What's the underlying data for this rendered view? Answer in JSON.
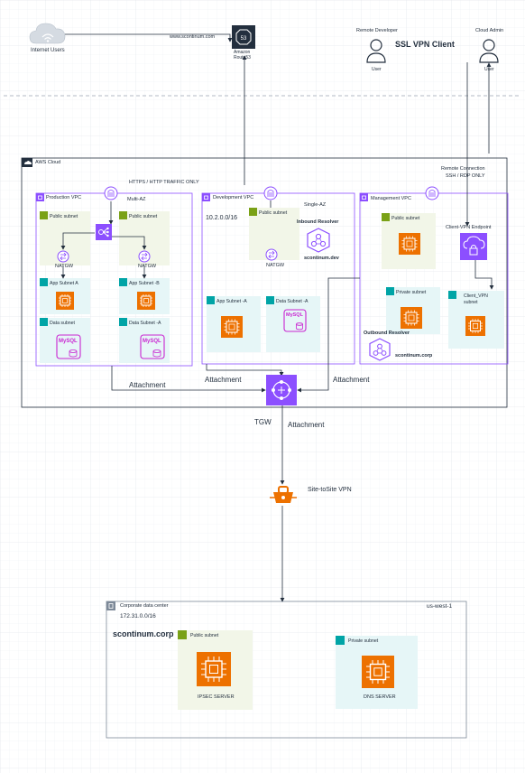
{
  "external": {
    "internet_users": "Internet Users",
    "web_url": "www.scontinum.com",
    "route53_line1": "Amazon",
    "route53_line2": "Route53",
    "remote_developer": "Remote Developer",
    "ssl_vpn_client": "SSL VPN Client",
    "cloud_admin": "Cloud Admin",
    "user_label": "User",
    "remote_connection": "Remote Connection",
    "ssh_rdp": "SSH / RDP ONLY"
  },
  "aws_cloud": {
    "title": "AWS Cloud",
    "https_note": "HTTPS / HTTP TRAFFIC ONLY"
  },
  "production_vpc": {
    "title": "Production VPC",
    "multi_az": "Multi-AZ",
    "public_subnet_1": "Public subnet",
    "public_subnet_2": "Public subnet",
    "natgw_1": "NATGW",
    "natgw_2": "NATGW",
    "app_subnet_a": "App Subnet A",
    "app_subnet_b": "App Subnet -B",
    "data_subnet": "Data subnet",
    "data_subnet_a": "Data Subnet -A",
    "mysql": "MySQL"
  },
  "development_vpc": {
    "title": "Development VPC",
    "cidr": "10.2.0.0/16",
    "single_az": "Single-AZ",
    "public_subnet": "Public subnet",
    "natgw": "NATGW",
    "inbound_resolver": "Inbound Resolver",
    "domain": "scontinum.dev",
    "app_subnet_a": "App Subnet -A",
    "data_subnet_a": "Data Subnet -A",
    "mysql": "MySQL"
  },
  "management_vpc": {
    "title": "Management VPC",
    "public_subnet": "Public subnet",
    "client_vpn_endpoint": "Client-VPN Endpoint",
    "private_subnet": "Private subnet",
    "client_vpn_subnet_1": "Client_VPN",
    "client_vpn_subnet_2": "subnet",
    "outbound_resolver": "Outbound Resolver",
    "domain": "scontinum.corp"
  },
  "transit": {
    "attachment_left": "Attachment",
    "attachment_mid": "Attachment",
    "attachment_right": "Attachment",
    "tgw": "TGW",
    "attachment_down": "Attachment",
    "site_to_site": "Site-toSite VPN"
  },
  "corporate_dc": {
    "title": "Corporate data center",
    "region": "us-west-1",
    "cidr": "172.31.0.0/16",
    "domain": "scontinum.corp",
    "public_subnet": "Public subnet",
    "private_subnet": "Private subnet",
    "ipsec_server": "IPSEC SERVER",
    "dns_server": "DNS SERVER"
  },
  "colors": {
    "vpc_border": "#8c4fff",
    "public_subnet_fill": "#f2f6e8",
    "public_subnet_accent": "#7aa116",
    "private_subnet_fill": "#e6f6f7",
    "private_subnet_accent": "#00a4a6",
    "compute_orange": "#ed7100",
    "database_magenta": "#c925d1",
    "network_purple": "#8c4fff",
    "line": "#232f3e",
    "cloud_border": "#232f3e",
    "dc_border": "#7d8998"
  }
}
